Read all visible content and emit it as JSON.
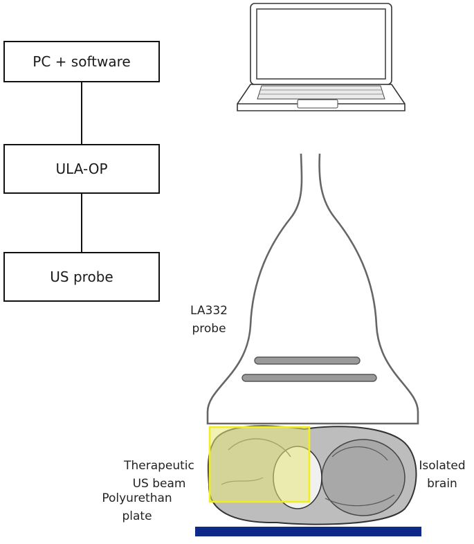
{
  "flow": {
    "pc_label": "PC + software",
    "ulaop_label": "ULA-OP",
    "probe_label": "US probe"
  },
  "illustration": {
    "probe_name_line1": "LA332",
    "probe_name_line2": "probe",
    "beam_line1": "Therapeutic",
    "beam_line2": "US beam",
    "brain_line1": "Isolated",
    "brain_line2": "brain",
    "plate_line1": "Polyurethan",
    "plate_line2": "plate"
  },
  "colors": {
    "beam_outline": "#f2ee1f",
    "beam_fill": "#e9e77a",
    "plate": "#0d2a8a",
    "box_border": "#111111"
  },
  "icons": [
    "laptop-icon",
    "ultrasound-probe-icon",
    "brain-image"
  ]
}
